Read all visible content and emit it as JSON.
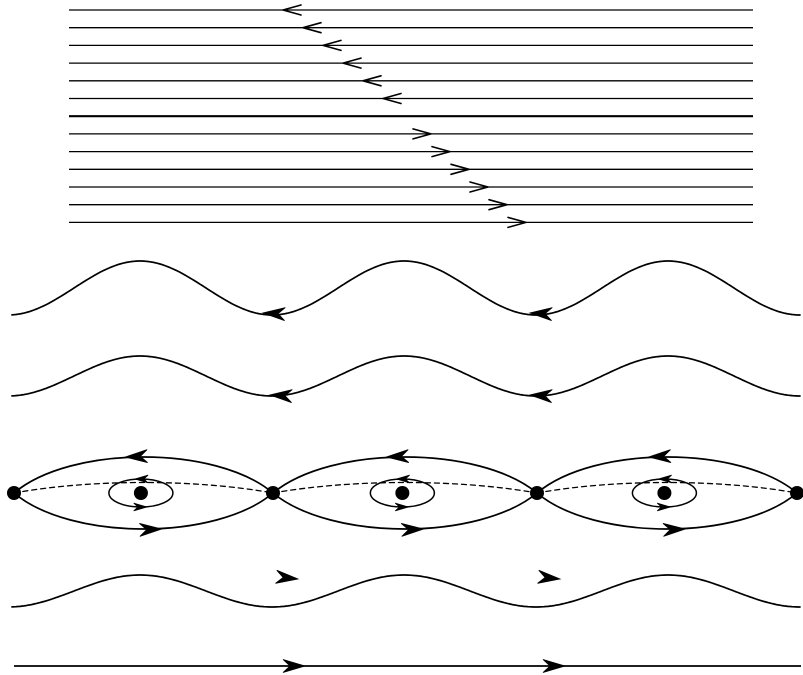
{
  "figure": {
    "kind": "phase portrait",
    "colors": {
      "stroke": "#000000",
      "background": "#ffffff"
    },
    "panels": [
      {
        "name": "shear-flow",
        "lines_count": 13,
        "arrow_direction_upper": "left",
        "arrow_direction_lower": "right"
      },
      {
        "name": "wave-orbits",
        "rows": [
          {
            "name": "upper-wave-1",
            "direction": "left",
            "style": "solid"
          },
          {
            "name": "upper-wave-2",
            "direction": "left",
            "style": "solid"
          },
          {
            "name": "separatrix-eye-chain",
            "style": "solid",
            "saddle_points": 4,
            "centers": 3,
            "axis_style": "dashed"
          },
          {
            "name": "lower-wave",
            "direction": "right",
            "style": "solid"
          },
          {
            "name": "bottom-line",
            "direction": "right",
            "style": "solid"
          }
        ]
      }
    ]
  }
}
